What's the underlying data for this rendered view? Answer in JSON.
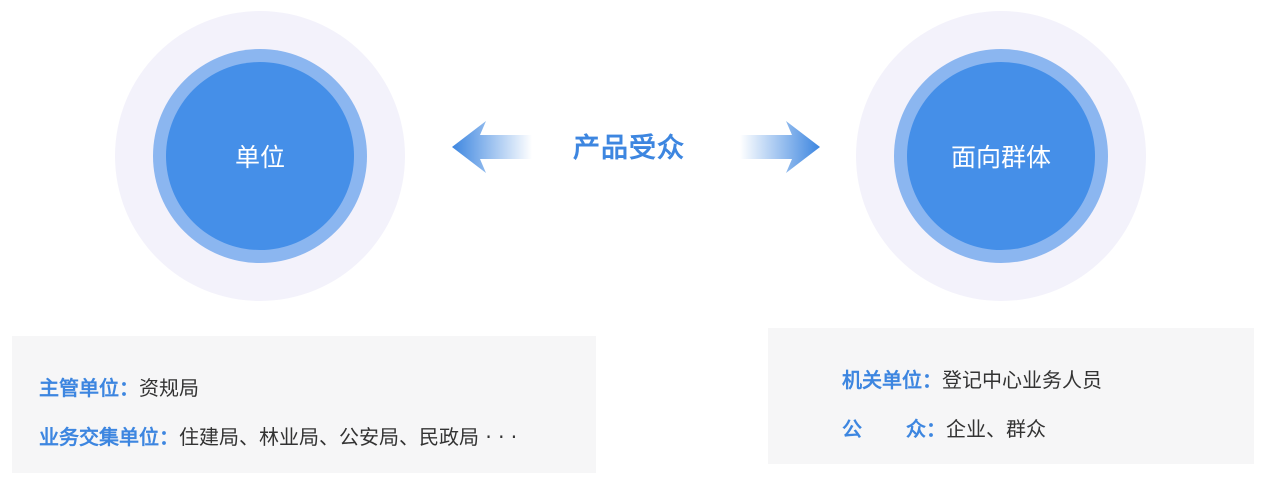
{
  "left_node": {
    "label": "单位"
  },
  "right_node": {
    "label": "面向群体"
  },
  "center": {
    "label": "产品受众"
  },
  "left_box": {
    "row1": {
      "key": "主管单位：",
      "value": "资规局"
    },
    "row2": {
      "key": "业务交集单位：",
      "value": "住建局、林业局、公安局、民政局 · · ·"
    }
  },
  "right_box": {
    "row1": {
      "key": "机关单位：",
      "value": "登记中心业务人员"
    },
    "row2": {
      "key_a": "公",
      "key_b": "众：",
      "value": "企业、群众"
    }
  },
  "colors": {
    "core": "#458fe8",
    "ring": "#8bb6f0",
    "halo": "#f3f2fb",
    "accent": "#3d86e0",
    "box": "#f6f6f7"
  },
  "icons": {
    "left_arrow": "arrow-left-icon",
    "right_arrow": "arrow-right-icon"
  }
}
